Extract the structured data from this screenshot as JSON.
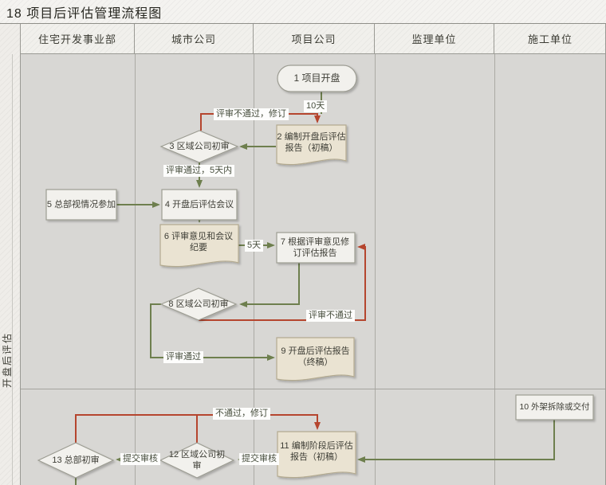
{
  "title": "18 项目后评估管理流程图",
  "lanes": [
    {
      "label": "住宅开发事业部"
    },
    {
      "label": "城市公司"
    },
    {
      "label": "项目公司"
    },
    {
      "label": "监理单位"
    },
    {
      "label": "施工单位"
    }
  ],
  "sidebar": {
    "phase_label": "开盘后评估"
  },
  "nodes": {
    "n1": {
      "label": "1 项目开盘",
      "shape": "start"
    },
    "n2": {
      "label": "2 编制开盘后评估报告（初稿）",
      "shape": "document"
    },
    "n3": {
      "label": "3 区域公司初审",
      "shape": "decision"
    },
    "n4": {
      "label": "4 开盘后评估会议",
      "shape": "process"
    },
    "n5": {
      "label": "5 总部视情况参加",
      "shape": "process"
    },
    "n6": {
      "label": "6 评审意见和会议纪要",
      "shape": "document"
    },
    "n7": {
      "label": "7 根据评审意见修订评估报告",
      "shape": "process"
    },
    "n8": {
      "label": "8 区域公司初审",
      "shape": "decision"
    },
    "n9": {
      "label": "9 开盘后评估报告（终稿）",
      "shape": "document"
    },
    "n10": {
      "label": "10 外架拆除或交付",
      "shape": "process"
    },
    "n11": {
      "label": "11 编制阶段后评估报告（初稿）",
      "shape": "document"
    },
    "n12": {
      "label": "12 区域公司初审",
      "shape": "decision"
    },
    "n13": {
      "label": "13 总部初审",
      "shape": "decision"
    }
  },
  "edge_labels": {
    "days10": "10天",
    "fail_revise": "评审不通过，修订",
    "pass_5days": "评审通过，5天内",
    "days5": "5天",
    "fail": "评审不通过",
    "pass": "评审通过",
    "fail_revise2": "不通过，修订",
    "submit_review_1": "提交审核",
    "submit_review_2": "提交审核"
  },
  "colors": {
    "flow_green": "#6e7f4e",
    "flow_red": "#b5452e",
    "shape_fill": "#f2f1ed",
    "document_fill": "#eae3d2"
  }
}
